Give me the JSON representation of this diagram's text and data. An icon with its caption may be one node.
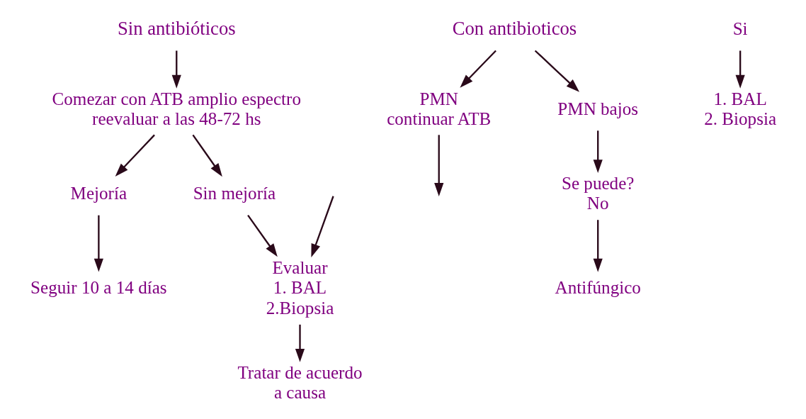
{
  "diagram": {
    "nodes": [
      {
        "text": [
          "Sin antibióticos"
        ]
      },
      {
        "text": [
          "Comezar con ATB amplio espectro reevaluar a las 48-72 hs"
        ]
      },
      {
        "text": [
          "Mejoría"
        ]
      },
      {
        "text": [
          "Sin mejoría"
        ]
      },
      {
        "text": [
          "Seguir 10 a 14 días"
        ]
      },
      {
        "text": [
          "Evaluar 1. BAL 2.Biopsia"
        ]
      },
      {
        "text": [
          "Tratar de acuerdo a causa"
        ]
      },
      {
        "text": [
          "Con antibioticos"
        ]
      },
      {
        "text": [
          "PMN continuar ATB"
        ]
      },
      {
        "text": [
          "PMN bajos"
        ]
      },
      {
        "text": [
          "Se puede? No"
        ]
      },
      {
        "text": [
          "Si"
        ]
      },
      {
        "text": [
          "1. BAL 2. Biopsia"
        ]
      },
      {
        "text": [
          "Antifúngico"
        ]
      }
    ],
    "edges": [
      {
        "from": 0,
        "to": 1,
        "arrow": "to"
      },
      {
        "from": 1,
        "to": 2,
        "arrow": "to"
      },
      {
        "from": 1,
        "to": 3,
        "arrow": "to"
      },
      {
        "from": 2,
        "to": 4,
        "arrow": "to"
      },
      {
        "from": 3,
        "to": 5,
        "arrow": "to"
      },
      {
        "from": null,
        "to": 5,
        "arrow": "to"
      },
      {
        "from": 5,
        "to": 6,
        "arrow": "to"
      },
      {
        "from": 7,
        "to": 8,
        "arrow": "to"
      },
      {
        "from": 7,
        "to": 9,
        "arrow": "to"
      },
      {
        "from": 8,
        "to": null,
        "arrow": "to"
      },
      {
        "from": 9,
        "to": 10,
        "arrow": "to"
      },
      {
        "from": 11,
        "to": 12,
        "arrow": "to"
      },
      {
        "from": 10,
        "to": 13,
        "arrow": "to"
      }
    ]
  }
}
